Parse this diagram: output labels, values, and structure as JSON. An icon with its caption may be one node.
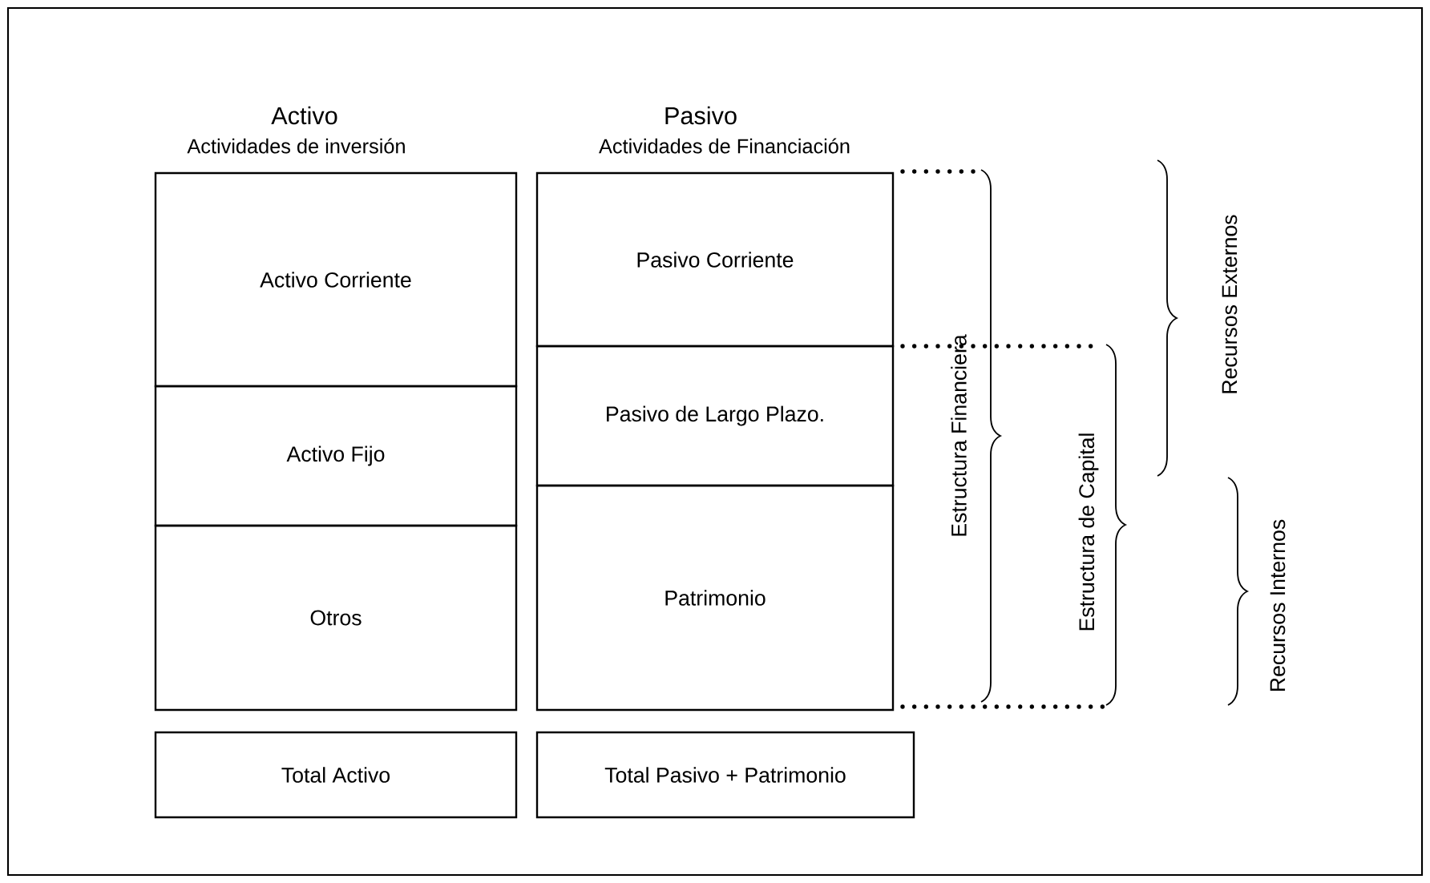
{
  "diagram": {
    "nodes": [
      {
        "text": [
          "Activo Corriente"
        ]
      },
      {
        "text": [
          "Activo Fijo"
        ]
      },
      {
        "text": [
          "Otros"
        ]
      },
      {
        "text": [
          "Pasivo Corriente"
        ]
      },
      {
        "text": [
          "Pasivo de Largo Plazo."
        ]
      },
      {
        "text": [
          "Patrimonio"
        ]
      },
      {
        "text": [
          "Total Activo"
        ]
      },
      {
        "text": [
          "Total Pasivo + Patrimonio"
        ]
      }
    ],
    "labels": [
      "Activo",
      "Pasivo",
      "Actividades de inversión",
      "Actividades de Financiación",
      "Estructura Financiera",
      "Estructura de Capital",
      "Recursos Externos",
      "Recursos Internos"
    ]
  }
}
